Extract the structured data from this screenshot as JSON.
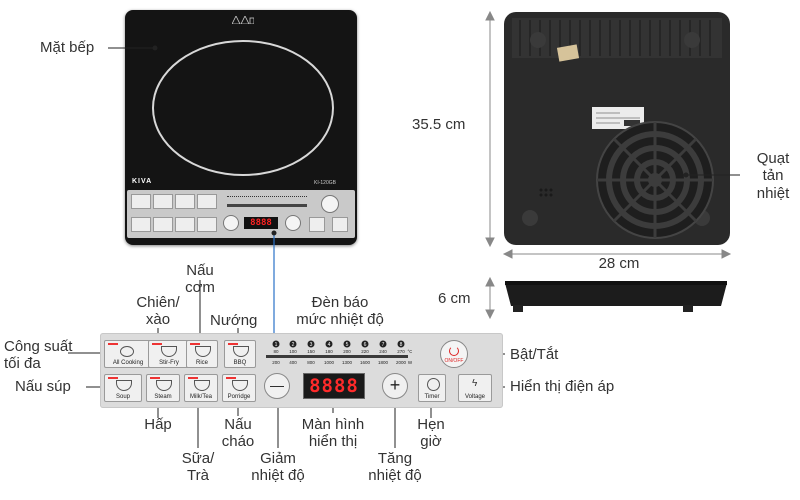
{
  "cooktop": {
    "brand": "KIVA",
    "model": "KI-120GB",
    "mini_display": "8888"
  },
  "panel": {
    "buttons_row1": [
      "All Cooking",
      "Stir-Fry",
      "Rice",
      "BBQ"
    ],
    "buttons_row2": [
      "Soup",
      "Steam",
      "Milk/Tea",
      "Porridge"
    ],
    "display": "8888",
    "level_numbers": [
      "1",
      "2",
      "3",
      "4",
      "5",
      "6",
      "7",
      "8"
    ],
    "temps": [
      "80",
      "100",
      "150",
      "180",
      "200",
      "220",
      "240",
      "270"
    ],
    "temp_unit": "°C",
    "watts": [
      "200",
      "400",
      "800",
      "1000",
      "1300",
      "1600",
      "1800",
      "2000"
    ],
    "watt_unit": "W",
    "minus": "—",
    "plus": "+",
    "onoff": "ON/OFF",
    "timer": "Timer",
    "voltage": "Voltage"
  },
  "labels": {
    "surface": "Mặt bếp",
    "fan": [
      "Quạt",
      "tản",
      "nhiệt"
    ],
    "height": "35.5 cm",
    "width": "28 cm",
    "thickness": "6 cm",
    "cook_rice": [
      "Nấu",
      "cơm"
    ],
    "stir_fry": [
      "Chiên/",
      "xào"
    ],
    "grill": "Nướng",
    "indicator": [
      "Đèn báo",
      "mức nhiệt độ"
    ],
    "max_power": [
      "Công suất",
      "tối đa"
    ],
    "soup": "Nấu súp",
    "power": "Bật/Tắt",
    "voltage": "Hiển thị điện áp",
    "steam": "Hấp",
    "porridge": [
      "Nấu",
      "cháo"
    ],
    "milk_tea": [
      "Sữa/",
      "Trà"
    ],
    "decrease": [
      "Giảm",
      "nhiệt độ"
    ],
    "screen": [
      "Màn hình",
      "hiển thị"
    ],
    "increase": [
      "Tăng",
      "nhiệt độ"
    ],
    "timer": [
      "Hẹn",
      "giờ"
    ]
  }
}
